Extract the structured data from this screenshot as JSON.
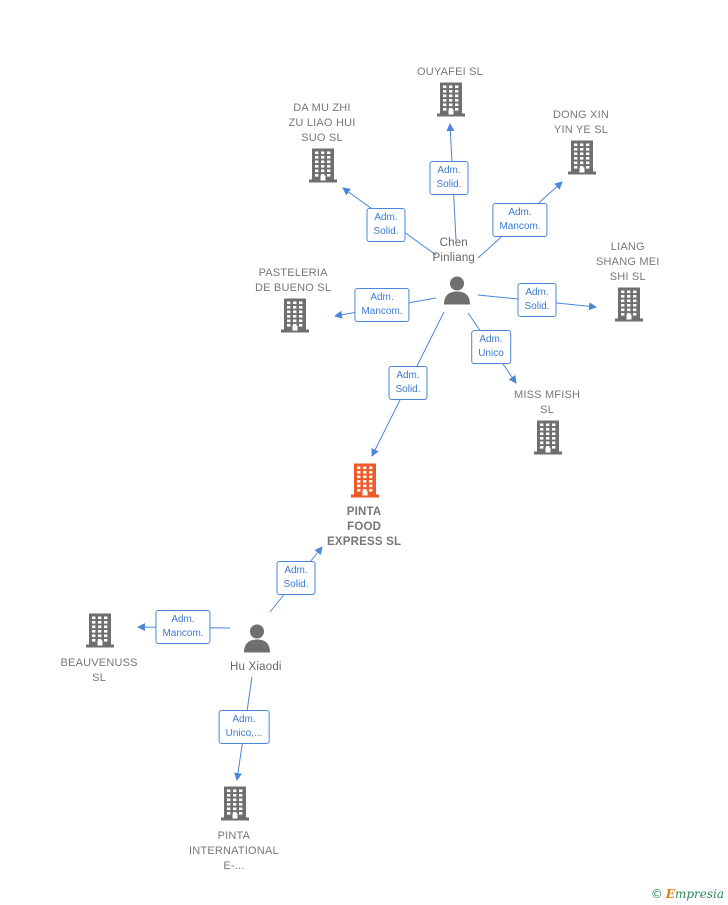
{
  "colors": {
    "edge": "#4a86d9",
    "building": "#6f6f6f",
    "building_main": "#ee5a2a",
    "person": "#6f6f6f"
  },
  "companies": [
    {
      "id": "ouyafei",
      "label": [
        "OUYAFEI  SL"
      ],
      "main": false
    },
    {
      "id": "damuzhi",
      "label": [
        "DA MU ZHI",
        "ZU LIAO HUI",
        "SUO  SL"
      ],
      "main": false
    },
    {
      "id": "dongxin",
      "label": [
        "DONG XIN",
        "YIN YE SL"
      ],
      "main": false
    },
    {
      "id": "liang",
      "label": [
        "LIANG",
        "SHANG MEI",
        "SHI  SL"
      ],
      "main": false
    },
    {
      "id": "pasteleria",
      "label": [
        "PASTELERIA",
        "DE BUENO  SL"
      ],
      "main": false
    },
    {
      "id": "missmfish",
      "label": [
        "MISS MFISH",
        "SL"
      ],
      "main": false
    },
    {
      "id": "pinta",
      "label": [
        "PINTA",
        "FOOD",
        "EXPRESS  SL"
      ],
      "main": true
    },
    {
      "id": "beauvenuss",
      "label": [
        "BEAUVENUSS",
        "SL"
      ],
      "main": false
    },
    {
      "id": "pintaint",
      "label": [
        "PINTA",
        "INTERNATIONAL",
        "E-..."
      ],
      "main": false
    }
  ],
  "persons": [
    {
      "id": "chen",
      "label": [
        "Chen",
        "Pinliang"
      ]
    },
    {
      "id": "hu",
      "label": [
        "Hu Xiaodi"
      ]
    }
  ],
  "relations": [
    {
      "id": "r1",
      "from": "chen",
      "to": "ouyafei",
      "label": [
        "Adm.",
        "Solid."
      ]
    },
    {
      "id": "r2",
      "from": "chen",
      "to": "damuzhi",
      "label": [
        "Adm.",
        "Solid."
      ]
    },
    {
      "id": "r3",
      "from": "chen",
      "to": "dongxin",
      "label": [
        "Adm.",
        "Mancom."
      ]
    },
    {
      "id": "r4",
      "from": "chen",
      "to": "pasteleria",
      "label": [
        "Adm.",
        "Mancom."
      ]
    },
    {
      "id": "r5",
      "from": "chen",
      "to": "liang",
      "label": [
        "Adm.",
        "Solid."
      ]
    },
    {
      "id": "r6",
      "from": "chen",
      "to": "missmfish",
      "label": [
        "Adm.",
        "Unico"
      ]
    },
    {
      "id": "r7",
      "from": "chen",
      "to": "pinta",
      "label": [
        "Adm.",
        "Solid."
      ]
    },
    {
      "id": "r8",
      "from": "hu",
      "to": "pinta",
      "label": [
        "Adm.",
        "Solid."
      ]
    },
    {
      "id": "r9",
      "from": "hu",
      "to": "beauvenuss",
      "label": [
        "Adm.",
        "Mancom."
      ]
    },
    {
      "id": "r10",
      "from": "hu",
      "to": "pintaint",
      "label": [
        "Adm.",
        "Unico,..."
      ]
    }
  ],
  "credit": {
    "symbol": "©",
    "brand_initial": "E",
    "brand_rest": "mpresia"
  }
}
